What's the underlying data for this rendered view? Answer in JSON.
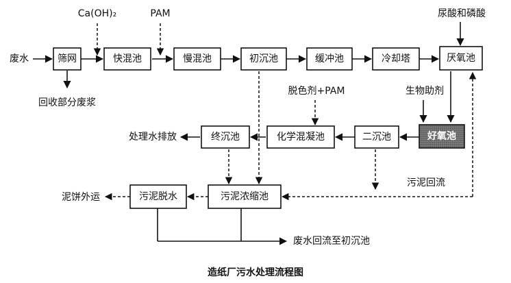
{
  "diagram": {
    "caption": "造纸厂污水处理流程图",
    "nodes": {
      "sieve": "筛网",
      "fast_mix": "快混池",
      "slow_mix": "慢混池",
      "primary_clarifier": "初沉池",
      "buffer": "缓冲池",
      "cooling_tower": "冷却塔",
      "anaerobic": "厌氧池",
      "aerobic": "好氧池",
      "secondary_clarifier": "二沉池",
      "chem_coag": "化学混凝池",
      "final_clarifier": "终沉池",
      "sludge_thicken": "污泥浓缩池",
      "sludge_dewater": "污泥脱水"
    },
    "labels": {
      "wastewater_in": "废水",
      "caoh2": "Ca(OH)₂",
      "pam": "PAM",
      "urea_phos": "尿酸和磷酸",
      "recycle_pulp": "回收部分废浆",
      "decolor_pam": "脱色剂+PAM",
      "bio_aid": "生物助剂",
      "treated_discharge": "处理水排放",
      "sludge_return": "污泥回流",
      "cake_out": "泥饼外运",
      "wastewater_return": "废水回流至初沉池"
    }
  }
}
